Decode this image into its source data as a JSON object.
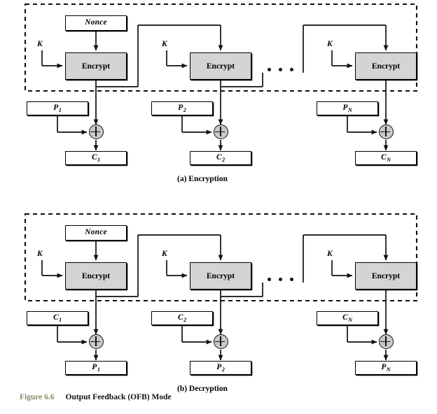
{
  "figure": {
    "number": "Figure 6.6",
    "title": "Output Feedback (OFB) Mode"
  },
  "panels": [
    {
      "id": "encryption",
      "caption": "(a) Encryption",
      "nonce_label": "Nonce",
      "key_label": "K",
      "cipher_label": "Encrypt",
      "ellipsis": "• • •",
      "stages": [
        {
          "input_label": "P",
          "input_sub": "1",
          "output_label": "C",
          "output_sub": "1"
        },
        {
          "input_label": "P",
          "input_sub": "2",
          "output_label": "C",
          "output_sub": "2"
        },
        {
          "input_label": "P",
          "input_sub": "N",
          "output_label": "C",
          "output_sub": "N"
        }
      ]
    },
    {
      "id": "decryption",
      "caption": "(b) Decryption",
      "nonce_label": "Nonce",
      "key_label": "K",
      "cipher_label": "Encrypt",
      "ellipsis": "• • •",
      "stages": [
        {
          "input_label": "C",
          "input_sub": "1",
          "output_label": "P",
          "output_sub": "1"
        },
        {
          "input_label": "C",
          "input_sub": "2",
          "output_label": "P",
          "output_sub": "2"
        },
        {
          "input_label": "C",
          "input_sub": "N",
          "output_label": "P",
          "output_sub": "N"
        }
      ]
    }
  ],
  "colors": {
    "cipher_fill": "#d4d4d4",
    "xor_fill": "#c9c9c9",
    "stroke": "#000000",
    "figure_number": "#8a8a6a"
  }
}
